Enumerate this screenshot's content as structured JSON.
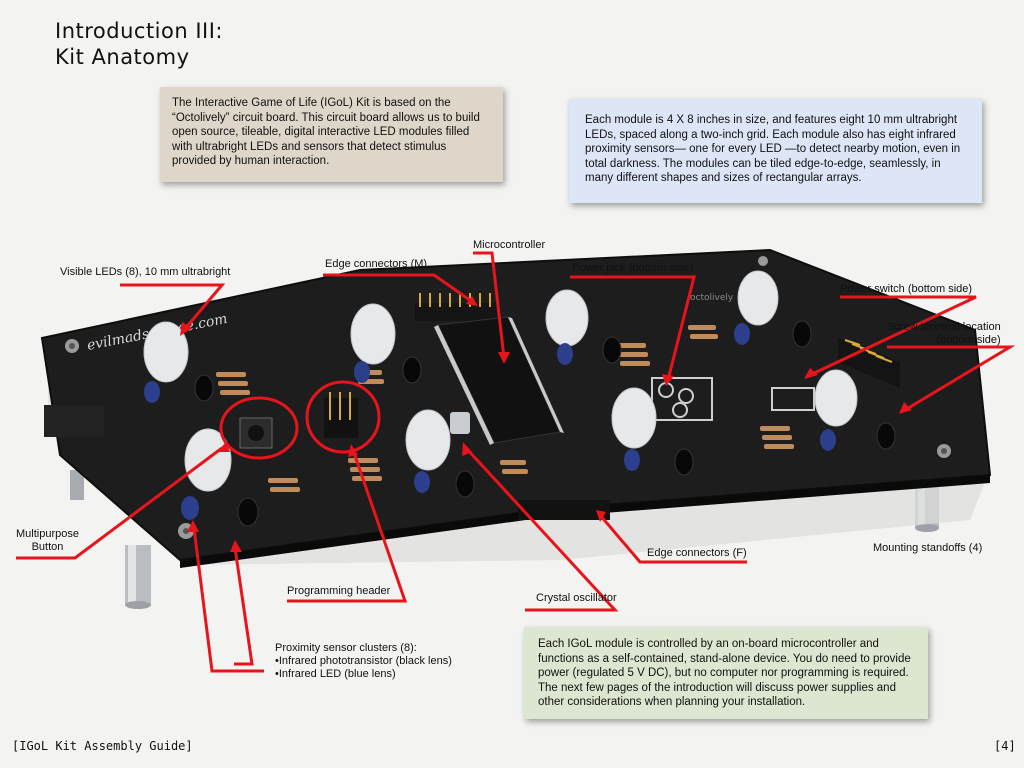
{
  "title": {
    "line1": "Introduction III:",
    "line2": "Kit Anatomy"
  },
  "notes": {
    "intro": "The Interactive Game of Life (IGoL) Kit is based on the “Octolively”  circuit board. This circuit board allows us to build open source, tileable, digital interactive LED modules filled with ultrabright LEDs and sensors that detect stimulus provided by human interaction.",
    "module": "Each module is 4 X 8 inches in size, and features eight 10 mm ultrabright LEDs, spaced along a two-inch grid.   Each module also has eight infrared proximity sensors— one for every LED —to detect nearby motion, even in total darkness.  The modules can be tiled edge-to-edge, seamlessly, in many different shapes and sizes of rectangular arrays.",
    "controller": "Each IGoL module is controlled by an on-board microcontroller and functions as a self-contained, stand-alone device. You do need to provide power (regulated 5 V DC), but no computer nor programming is required. The next few pages of the introduction will discuss power supplies and other considerations when planning your installation."
  },
  "labels": {
    "visible_leds": "Visible LEDs (8), 10 mm ultrabright",
    "edge_m": "Edge connectors (M)",
    "microcontroller": "Microcontroller",
    "power_jack": "Power jack (bottom side)",
    "power_switch": "Power switch (bottom side)",
    "screw_terminal_1": "Screw terminal location",
    "screw_terminal_2": "(bottom side)",
    "multipurpose_1": "Multipurpose",
    "multipurpose_2": "Button",
    "programming_header": "Programming header",
    "crystal": "Crystal oscillator",
    "edge_f": "Edge connectors (F)",
    "standoffs": "Mounting standoffs (4)",
    "proximity_1": "Proximity sensor clusters (8):",
    "proximity_2": "•Infrared phototransistor (black lens)",
    "proximity_3": "•Infrared LED (blue lens)"
  },
  "board_text": {
    "brand": "evilmadscience.com",
    "logo": "octolively"
  },
  "footer": {
    "guide": "[IGoL Kit Assembly Guide]",
    "page": "[4]"
  },
  "colors": {
    "callout": "#e8141b",
    "board": "#1c1c1c",
    "note_tan": "#ddd6c9",
    "note_blue": "#dde6f6",
    "note_green": "#dde6d0"
  }
}
